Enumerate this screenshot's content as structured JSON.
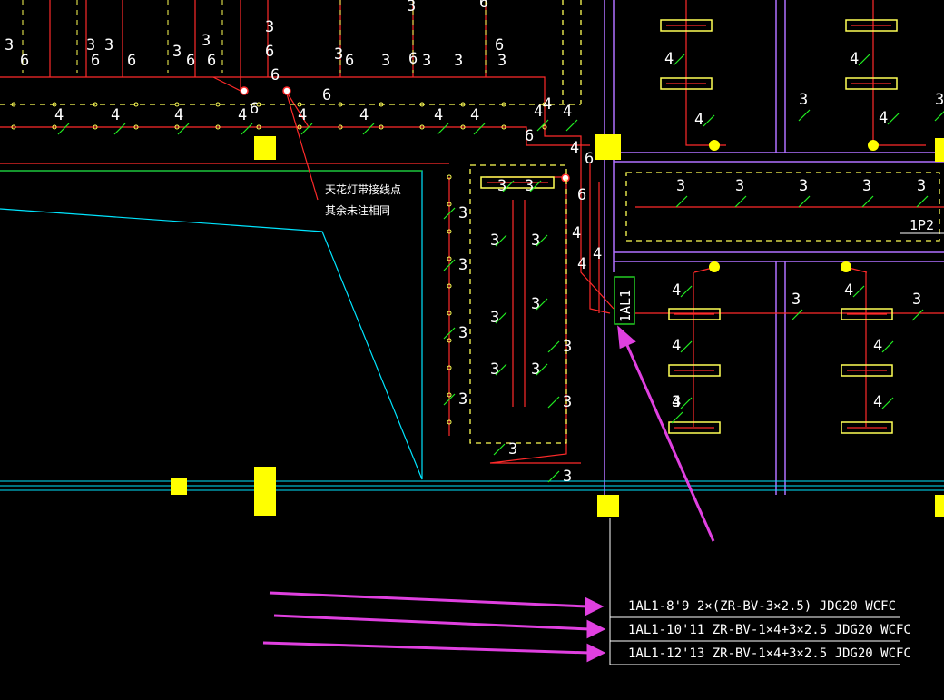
{
  "drawing": {
    "background": "#000000",
    "colors": {
      "wire": "#ff2a2a",
      "dashed_box": "#ffff55",
      "tick": "#22ee22",
      "wall": "#b070ff",
      "pad": "#ffff00",
      "cyan": "#00e5ff",
      "annotation_green": "#22cc22",
      "leader": "#e040e0",
      "text_white": "#ffffff"
    },
    "note": {
      "line1": "天花灯带接线点",
      "line2": "其余未注相同"
    },
    "panel_1AL1": "1AL1",
    "panel_1P2": "1P2",
    "circuits": [
      "1AL1-8'9  2×(ZR-BV-3×2.5)  JDG20  WCFC",
      "1AL1-10'11  ZR-BV-1×4+3×2.5  JDG20  WCFC",
      "1AL1-12'13  ZR-BV-1×4+3×2.5  JDG20  WCFC"
    ],
    "wire_labels": {
      "top_row": [
        "3",
        "3",
        "3",
        "3",
        "3",
        "3",
        "3",
        "3",
        "6",
        "6",
        "6",
        "6",
        "6",
        "6",
        "6",
        "6",
        "6",
        "6",
        "6"
      ],
      "bus_row": [
        "4",
        "4",
        "4",
        "4",
        "4",
        "4",
        "4",
        "4",
        "4",
        "4"
      ],
      "three": "3",
      "four": "4",
      "six": "6"
    }
  }
}
